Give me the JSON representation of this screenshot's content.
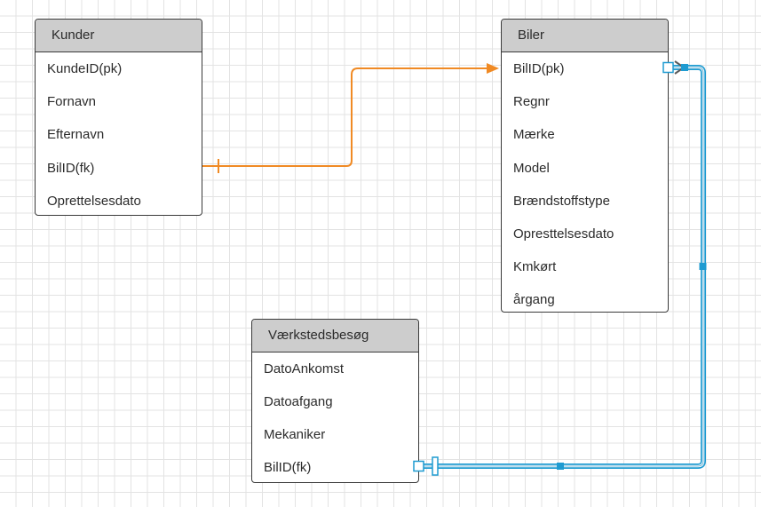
{
  "entities": {
    "kunder": {
      "title": "Kunder",
      "fields": [
        "KundeID(pk)",
        "Fornavn",
        "Efternavn",
        "BilID(fk)",
        "Oprettelsesdato"
      ]
    },
    "biler": {
      "title": "Biler",
      "fields": [
        "BilID(pk)",
        "Regnr",
        "Mærke",
        "Model",
        "Brændstoffstype",
        "Opresttelsesdato",
        "Kmkørt",
        "årgang"
      ]
    },
    "vaerksted": {
      "title": "Værkstedsbesøg",
      "fields": [
        "DatoAnkomst",
        "Datoafgang",
        "Mekaniker",
        "BilID(fk)"
      ]
    }
  },
  "relations": [
    {
      "from": "Kunder.BilID(fk)",
      "to": "Biler.BilID(pk)",
      "color": "#f08a24",
      "selected": false
    },
    {
      "from": "Værkstedsbesøg.BilID(fk)",
      "to": "Biler.BilID(pk)",
      "color": "#1f9bd1",
      "selected": true
    }
  ],
  "colors": {
    "orange_relation": "#f08a24",
    "selected_relation": "#1f9bd1",
    "header_fill": "#cdcdcd",
    "grid": "#e3e3e3"
  }
}
